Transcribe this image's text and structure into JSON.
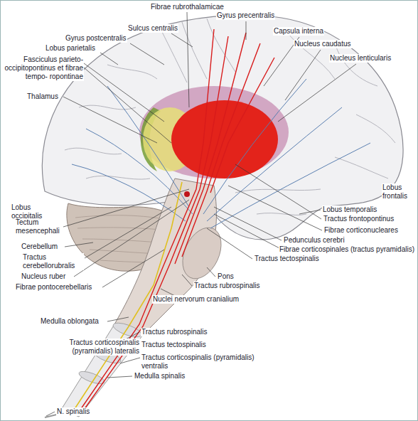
{
  "diagram": {
    "labels": [
      "Fibrae rubrothalamicae",
      "Gyrus precentralis",
      "Sulcus centralis",
      "Capsula interna",
      "Gyrus postcentralis",
      "Nucleus caudatus",
      "Lobus parietalis",
      "Nucleus lenticularis",
      "Fasciculus parieto- occipitopontinus et fibrae tempo- ropontinae",
      "Thalamus",
      "Lobus occipitalis",
      "Tectum mesencephali",
      "Cerebellum",
      "Tractus cerebellorubralis",
      "Nucleus ruber",
      "Fibrae pontocerebellaris",
      "Lobus frontalis",
      "Lobus temporalis",
      "Tractus frontopontinus",
      "Fibrae corticonucleares",
      "Pedunculus cerebri",
      "Fibrae corticospinales (tractus pyramidalis)",
      "Tractus tectospinalis",
      "Pons",
      "Tractus rubrospinalis",
      "Nuclei nervorum cranialium",
      "Medulla oblongata",
      "Tractus rubrospinalis",
      "Tractus corticospinalis (pyramidalis) lateralis",
      "Tractus tectospinalis",
      "Tractus corticospinalis (pyramidalis) ventralis",
      "Medulla spinalis",
      "N. spinalis"
    ]
  }
}
